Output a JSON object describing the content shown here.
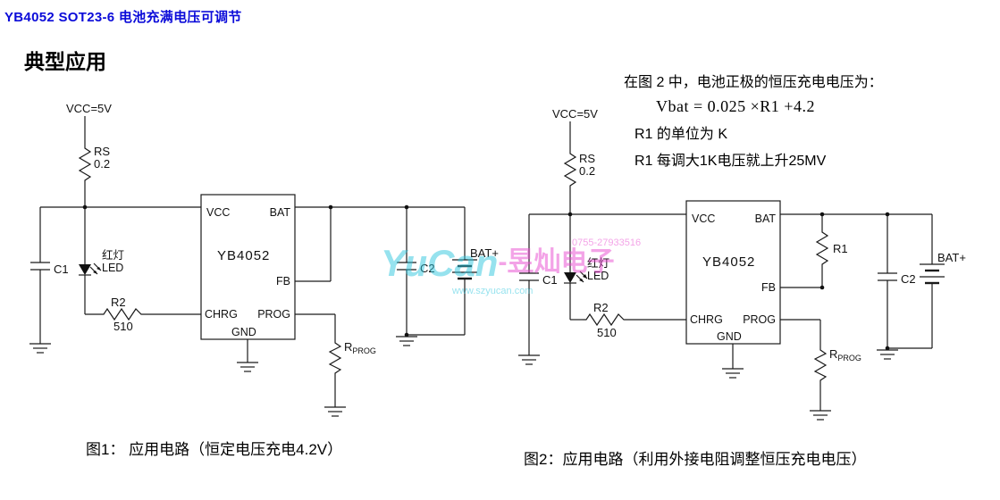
{
  "page": {
    "title": "YB4052 SOT23-6 电池充满电压可调节",
    "section_heading": "典型应用"
  },
  "notes": {
    "intro": "在图 2 中，电池正极的恒压充电电压为：",
    "formula": "Vbat = 0.025 ×R1 +4.2",
    "unit": "R1  的单位为 K",
    "step": "R1  每调大1K电压就上升25MV"
  },
  "ic": {
    "name": "YB4052",
    "pins": {
      "vcc": "VCC",
      "bat": "BAT",
      "fb": "FB",
      "chrg": "CHRG",
      "prog": "PROG",
      "gnd": "GND"
    }
  },
  "components": {
    "vcc": "VCC=5V",
    "rs": "RS",
    "rs_value": "0.2",
    "c1": "C1",
    "c2": "C2",
    "led_color": "红灯",
    "led": "LED",
    "r2": "R2",
    "r2_value": "510",
    "r1": "R1",
    "bat_plus": "BAT+",
    "rprog_main": "R",
    "rprog_sub": "PROG"
  },
  "figures": {
    "fig1_caption": "图1： 应用电路（恒定电压充电4.2V）",
    "fig2_caption": "图2：应用电路（利用外接电阻调整恒压充电电压）"
  },
  "watermark": {
    "phone": "0755-27933516",
    "brand_en": "YuCan",
    "brand_cn": "-昱灿电子",
    "url": "www.szyucan.com"
  },
  "colors": {
    "title_blue": "#0b0bd9",
    "wire_black": "#1a1a1a",
    "watermark_cyan": "#2fc6de",
    "watermark_magenta": "#e84ad0"
  }
}
